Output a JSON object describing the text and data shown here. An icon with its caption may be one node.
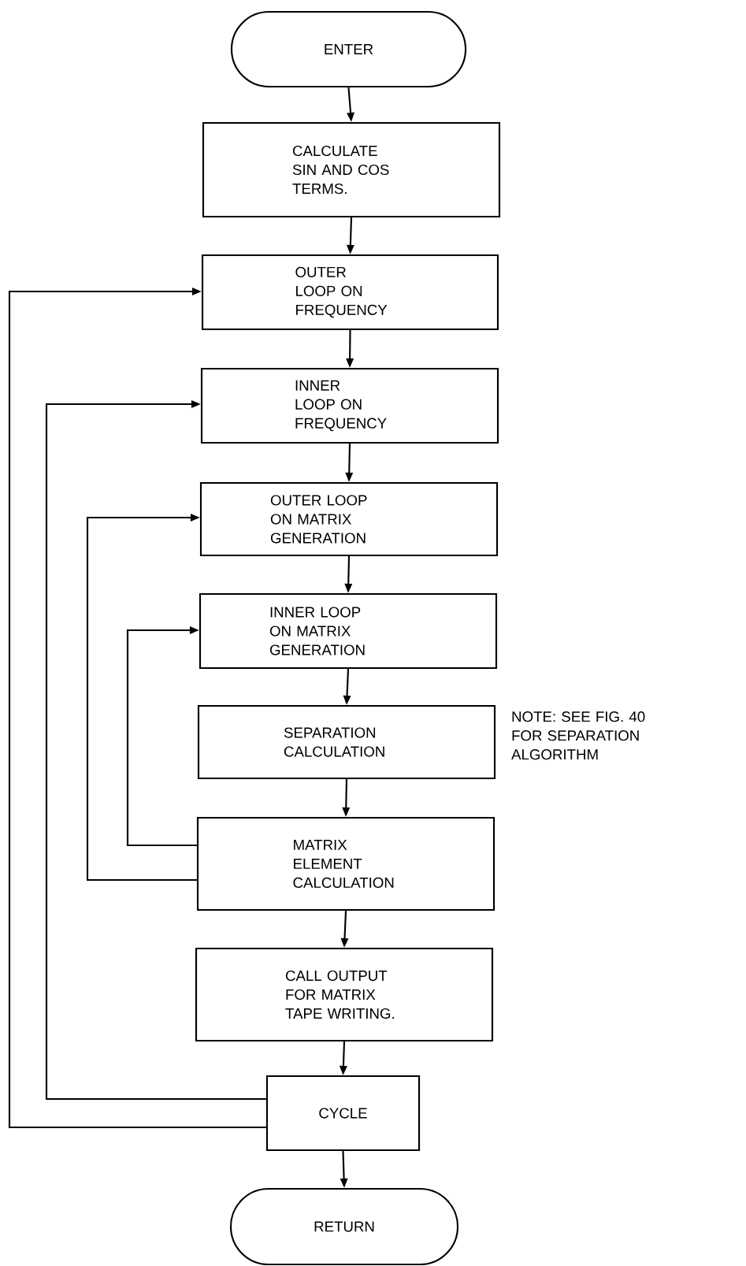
{
  "diagram": {
    "nodes": [
      {
        "text": [
          "ENTER"
        ]
      },
      {
        "text": [
          "CALCULATE SIN AND COS TERMS."
        ]
      },
      {
        "text": [
          "OUTER LOOP ON FREQUENCY"
        ]
      },
      {
        "text": [
          "INNER LOOP ON FREQUENCY"
        ]
      },
      {
        "text": [
          "OUTER LOOP ON MATRIX GENERATION"
        ]
      },
      {
        "text": [
          "INNER LOOP ON MATRIX GENERATION"
        ]
      },
      {
        "text": [
          "SEPARATION CALCULATION"
        ]
      },
      {
        "text": [
          "MATRIX ELEMENT CALCULATION"
        ]
      },
      {
        "text": [
          "CALL OUTPUT FOR MATRIX TAPE WRITING."
        ]
      },
      {
        "text": [
          "CYCLE"
        ]
      },
      {
        "text": [
          "RETURN"
        ]
      }
    ],
    "edges": [
      {
        "from": 0,
        "to": 1,
        "arrow": "to"
      },
      {
        "from": 1,
        "to": 2,
        "arrow": "to"
      },
      {
        "from": 2,
        "to": 3,
        "arrow": "to"
      },
      {
        "from": 3,
        "to": 4,
        "arrow": "to"
      },
      {
        "from": 4,
        "to": 5,
        "arrow": "to"
      },
      {
        "from": 5,
        "to": 6,
        "arrow": "to"
      },
      {
        "from": 6,
        "to": 7,
        "arrow": "to"
      },
      {
        "from": 7,
        "to": 8,
        "arrow": "to"
      },
      {
        "from": 8,
        "to": 9,
        "arrow": "to"
      },
      {
        "from": 9,
        "to": 10,
        "arrow": "to"
      },
      {
        "from": 7,
        "to": 5,
        "arrow": "to"
      },
      {
        "from": 7,
        "to": 4,
        "arrow": "to"
      },
      {
        "from": 9,
        "to": 3,
        "arrow": "to"
      },
      {
        "from": 9,
        "to": 2,
        "arrow": "to"
      }
    ],
    "labels": [
      "NOTE: SEE FIG. 40 FOR SEPARATION ALGORITHM"
    ]
  }
}
